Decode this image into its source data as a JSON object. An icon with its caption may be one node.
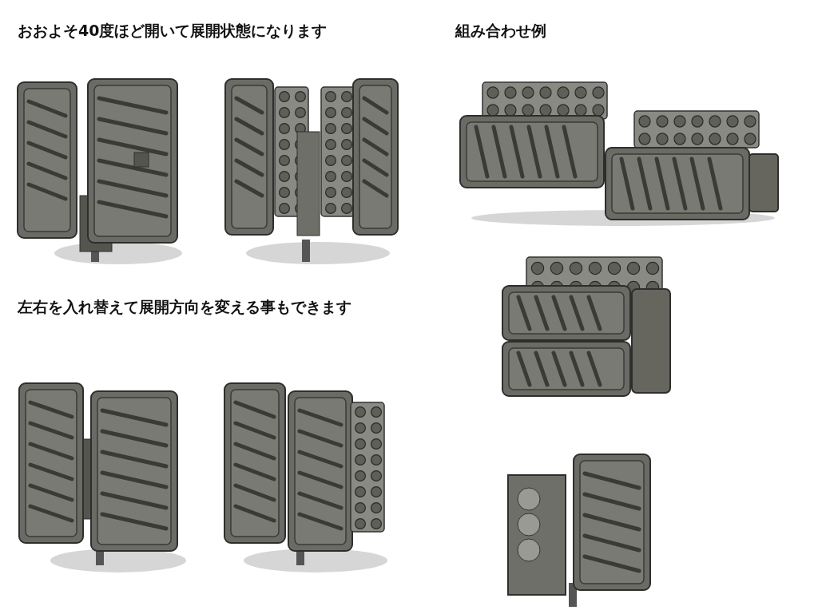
{
  "diagram": {
    "labels": [
      "おおよそ40度ほど開いて展開状態になります",
      "組み合わせ例",
      "左右を入れ替えて展開方向を変える事もできます"
    ]
  }
}
